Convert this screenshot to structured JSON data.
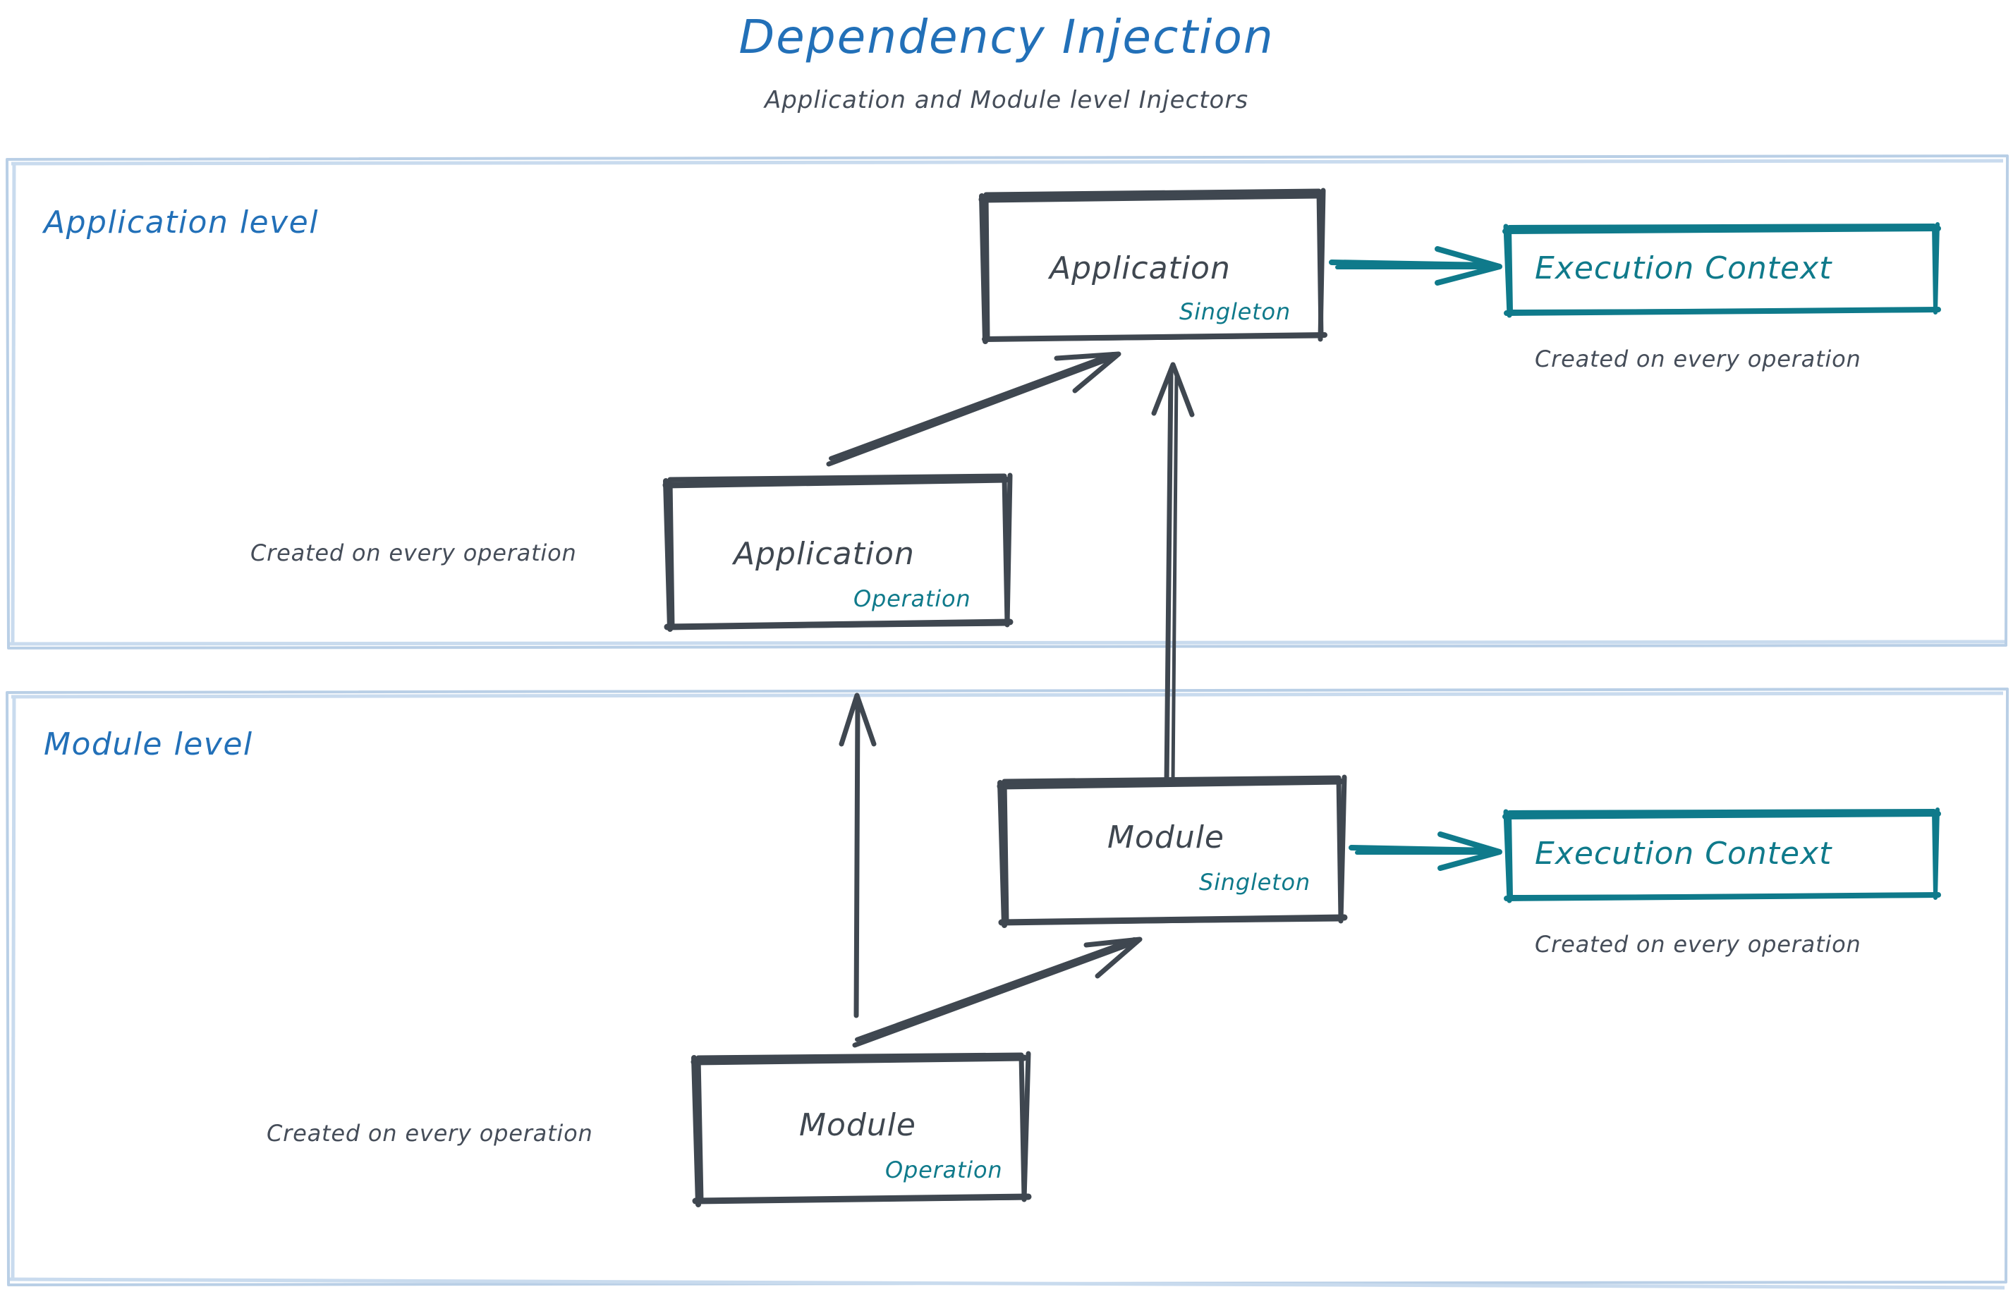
{
  "header": {
    "title": "Dependency Injection",
    "subtitle": "Application and Module level Injectors"
  },
  "colors": {
    "title_blue": "#2270b8",
    "lane_blue": "#2270b8",
    "lane_border": "#b9cfe6",
    "ink_gray": "#3f4750",
    "note_gray": "#454d59",
    "teal": "#0f7a8b",
    "background": "#ffffff"
  },
  "lanes": [
    {
      "id": "application-level",
      "label": "Application level",
      "nodes": [
        {
          "id": "application-singleton",
          "title": "Application",
          "badge": "Singleton",
          "style": "gray"
        },
        {
          "id": "application-operation",
          "title": "Application",
          "badge": "Operation",
          "style": "gray",
          "note": "Created on every operation"
        },
        {
          "id": "execution-context-application",
          "title": "Execution Context",
          "style": "teal",
          "note": "Created on every operation"
        }
      ]
    },
    {
      "id": "module-level",
      "label": "Module level",
      "nodes": [
        {
          "id": "module-singleton",
          "title": "Module",
          "badge": "Singleton",
          "style": "gray"
        },
        {
          "id": "module-operation",
          "title": "Module",
          "badge": "Operation",
          "style": "gray",
          "note": "Created on every operation"
        },
        {
          "id": "execution-context-module",
          "title": "Execution Context",
          "style": "teal",
          "note": "Created on every operation"
        }
      ]
    }
  ],
  "edges": [
    {
      "id": "app-singleton-to-exec-context",
      "from": "application-singleton",
      "to": "execution-context-application",
      "color": "teal",
      "kind": "straight-arrow"
    },
    {
      "id": "app-operation-to-app-singleton",
      "from": "application-operation",
      "to": "application-singleton",
      "color": "gray",
      "kind": "diagonal-arrow"
    },
    {
      "id": "module-singleton-to-app-singleton",
      "from": "module-singleton",
      "to": "application-singleton",
      "color": "gray",
      "kind": "vertical-arrow"
    },
    {
      "id": "module-operation-to-app-operation",
      "from": "module-operation",
      "to": "application-operation",
      "color": "gray",
      "kind": "vertical-arrow"
    },
    {
      "id": "module-operation-to-module-singleton",
      "from": "module-operation",
      "to": "module-singleton",
      "color": "gray",
      "kind": "diagonal-arrow"
    },
    {
      "id": "module-singleton-to-exec-context",
      "from": "module-singleton",
      "to": "execution-context-module",
      "color": "teal",
      "kind": "straight-arrow"
    }
  ],
  "notes": {
    "application_operation": "Created on every operation",
    "module_operation": "Created on every operation",
    "execution_context_application": "Created on every operation",
    "execution_context_module": "Created on every operation"
  }
}
